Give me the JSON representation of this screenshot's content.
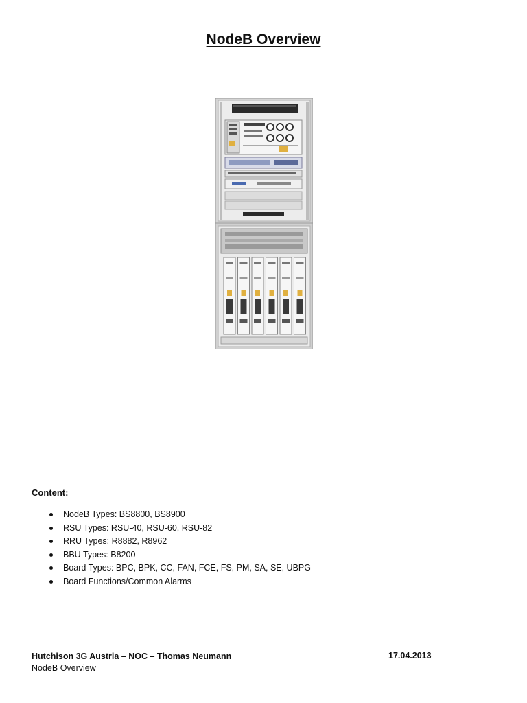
{
  "document": {
    "title": "NodeB Overview"
  },
  "figure": {
    "icon": "nodeb-cabinet-photo",
    "colors": {
      "frame": "#c9c9c9",
      "panel": "#e9e9e9",
      "dark": "#2b2b2b",
      "accent": "#e0b040"
    }
  },
  "content": {
    "heading": "Content:",
    "items": [
      "NodeB Types: BS8800, BS8900",
      "RSU Types: RSU-40, RSU-60, RSU-82",
      "RRU Types: R8882, R8962",
      "BBU Types: B8200",
      "Board Types: BPC, BPK, CC, FAN, FCE, FS, PM, SA, SE, UBPG",
      "Board Functions/Common Alarms"
    ]
  },
  "footer": {
    "line1": "Hutchison 3G Austria – NOC – Thomas Neumann",
    "line2": "NodeB Overview",
    "date": "17.04.2013"
  }
}
